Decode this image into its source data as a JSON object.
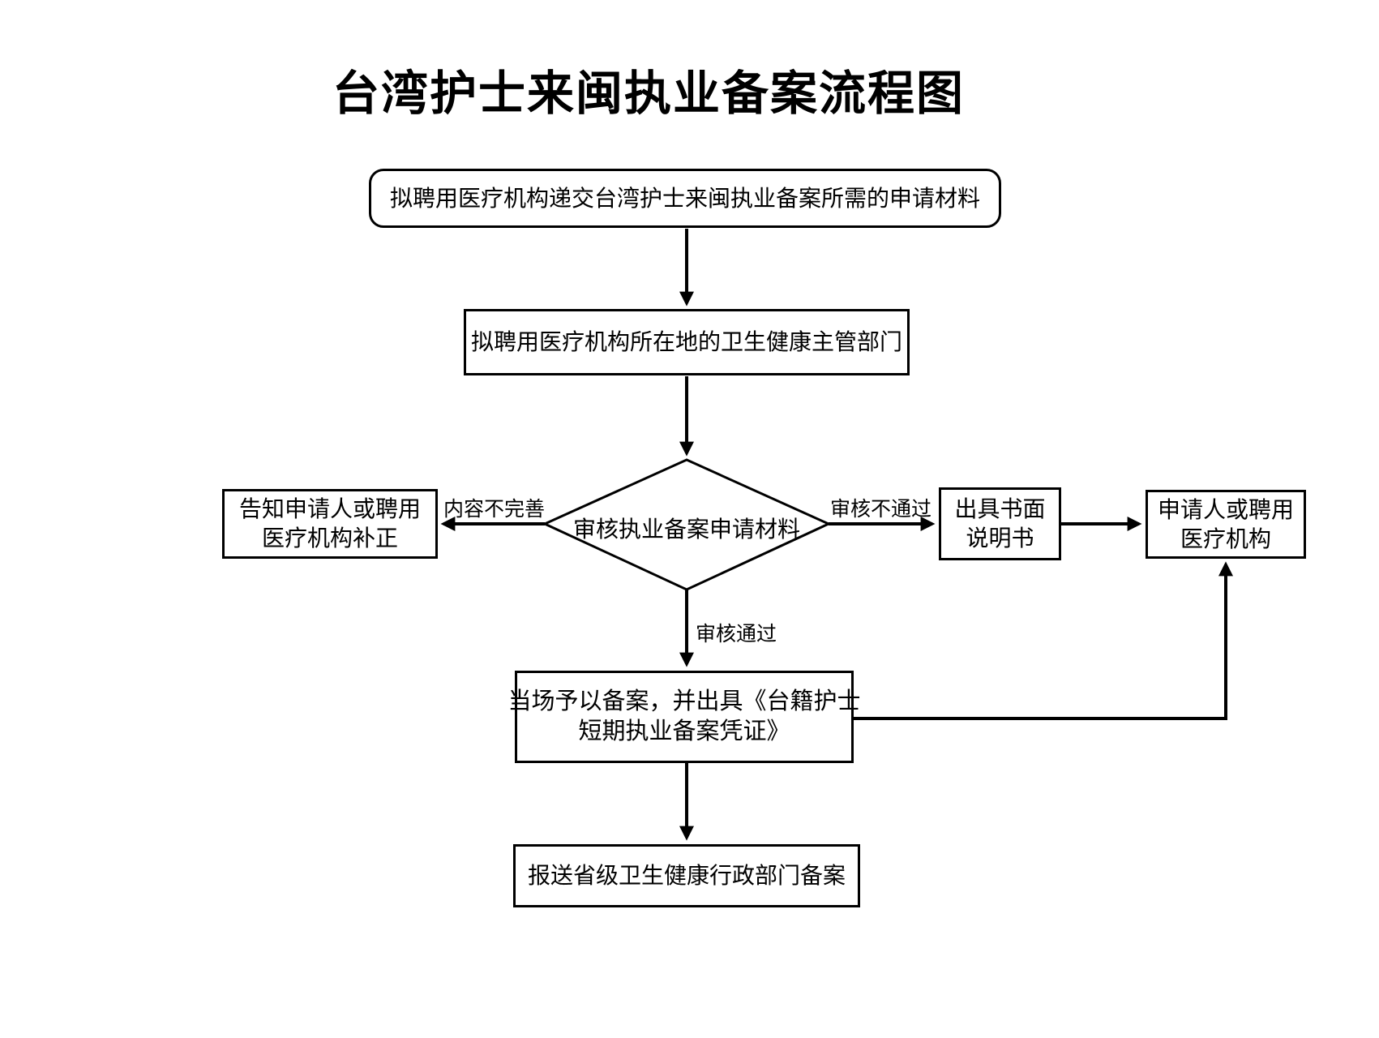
{
  "page": {
    "title": "台湾护士来闽执业备案流程图",
    "background_color": "#ffffff",
    "line_color": "#000000",
    "node_fill_color": "#ffffff"
  },
  "nodes": {
    "submit_materials": {
      "label": "拟聘用医疗机构递交台湾护士来闽执业备案所需的申请材料",
      "shape": "rounded-rect"
    },
    "local_health_authority": {
      "label": "拟聘用医疗机构所在地的卫生健康主管部门",
      "shape": "rect"
    },
    "review_decision": {
      "label": "审核执业备案申请材料",
      "shape": "diamond"
    },
    "notify_correction": {
      "line1": "告知申请人或聘用",
      "line2": "医疗机构补正",
      "shape": "rect"
    },
    "written_statement": {
      "line1": "出具书面",
      "line2": "说明书",
      "shape": "rect"
    },
    "applicant_or_employer": {
      "line1": "申请人或聘用",
      "line2": "医疗机构",
      "shape": "rect"
    },
    "record_on_site": {
      "line1": "当场予以备案，并出具《台籍护士",
      "line2": "短期执业备案凭证》",
      "shape": "rect"
    },
    "report_provincial": {
      "label": "报送省级卫生健康行政部门备案",
      "shape": "rect"
    }
  },
  "edge_labels": {
    "incomplete": "内容不完善",
    "review_failed": "审核不通过",
    "review_passed": "审核通过"
  }
}
